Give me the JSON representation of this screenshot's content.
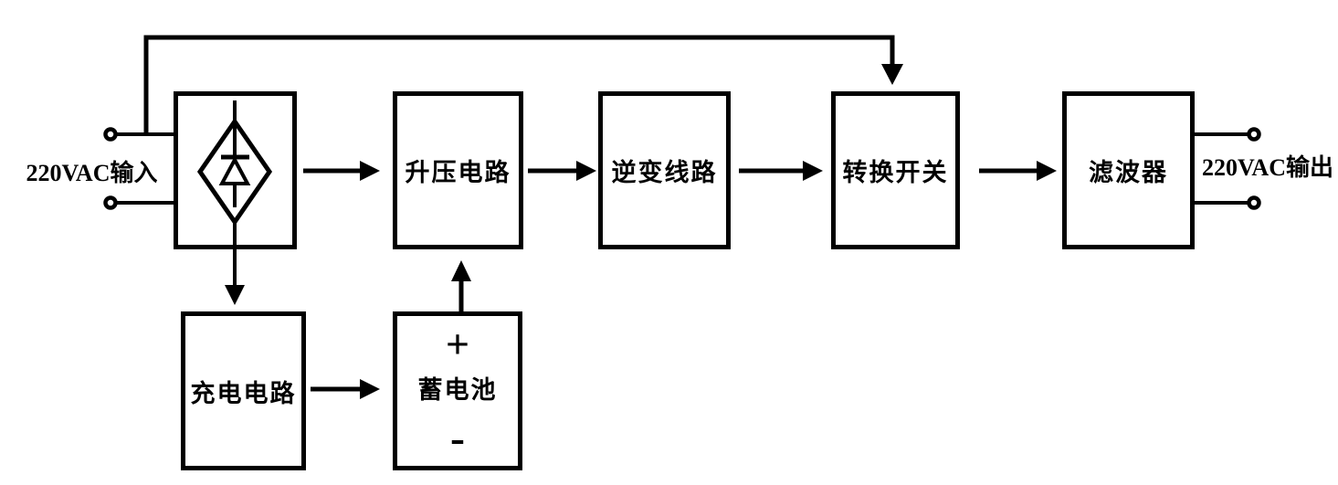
{
  "io": {
    "input_label": "220VAC输入",
    "output_label": "220VAC输出"
  },
  "blocks": {
    "rectifier": {
      "label": "",
      "symbol": "diode-bridge"
    },
    "boost": {
      "label": "升压电路"
    },
    "inverter": {
      "label": "逆变线路"
    },
    "transfer": {
      "label": "转换开关"
    },
    "filter": {
      "label": "滤波器"
    },
    "charger": {
      "label": "充电电路"
    },
    "battery": {
      "label": "蓄电池",
      "plus": "+",
      "minus": "-"
    }
  },
  "connections": {
    "bypass": "input → transfer switch (top bypass line)",
    "flow": "rectifier → boost → inverter → transfer → filter",
    "branch": "rectifier → charger → battery → boost"
  },
  "colors": {
    "line": "#000000",
    "background": "#ffffff"
  }
}
